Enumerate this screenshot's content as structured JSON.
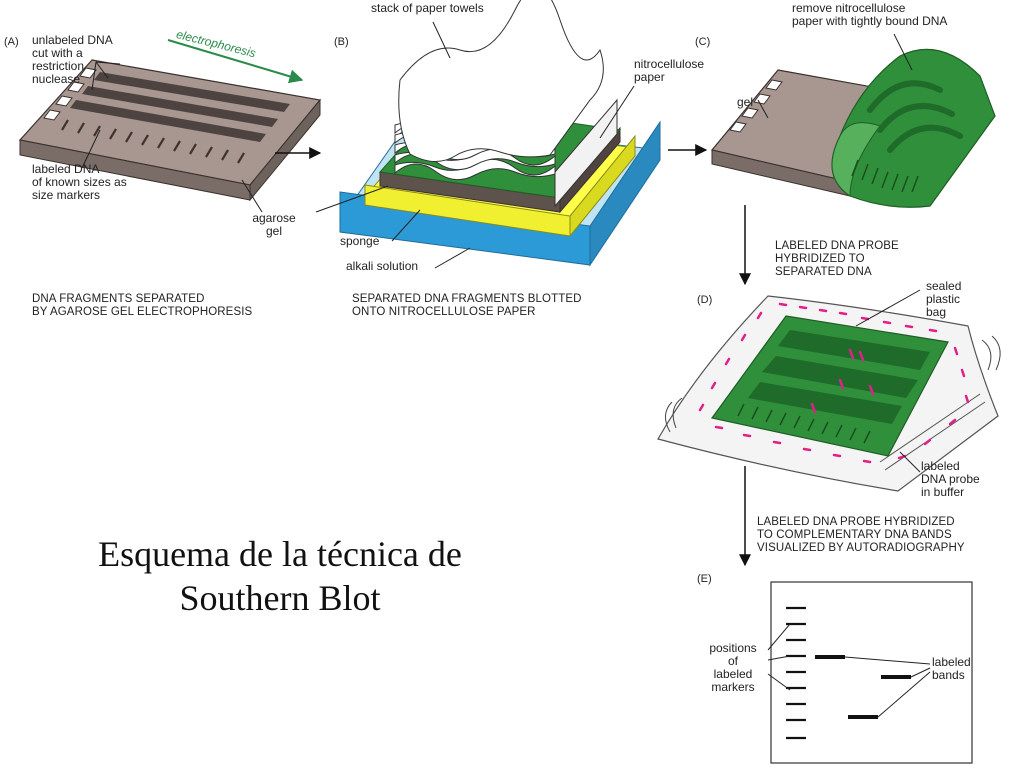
{
  "panels": {
    "a": {
      "letter": "(A)",
      "unlabeled": "unlabeled DNA\ncut with a\nrestriction\nnuclease",
      "electrophoresis": "electrophoresis",
      "labeled": "labeled DNA\nof known sizes as\nsize markers",
      "agarose": "agarose\ngel",
      "caption": "DNA FRAGMENTS SEPARATED\nBY AGAROSE GEL ELECTROPHORESIS"
    },
    "b": {
      "letter": "(B)",
      "towels": "stack of paper towels",
      "nitro": "nitrocellulose\npaper",
      "sponge": "sponge",
      "alkali": "alkali solution",
      "caption": "SEPARATED DNA FRAGMENTS BLOTTED\nONTO NITROCELLULOSE PAPER"
    },
    "c": {
      "letter": "(C)",
      "remove": "remove nitrocellulose\npaper with tightly bound DNA",
      "gel": "gel"
    },
    "step_cd": "LABELED DNA PROBE\nHYBRIDIZED TO\nSEPARATED DNA",
    "d": {
      "letter": "(D)",
      "bag": "sealed\nplastic\nbag",
      "probe": "labeled\nDNA probe\nin buffer"
    },
    "step_de": "LABELED DNA PROBE HYBRIDIZED\nTO COMPLEMENTARY DNA BANDS\nVISUALIZED BY AUTORADIOGRAPHY",
    "e": {
      "letter": "(E)",
      "positions": "positions\nof\nlabeled\nmarkers",
      "bands": "labeled\nbands"
    }
  },
  "title": "Esquema de la técnica de\nSouthern Blot",
  "colors": {
    "gel": "#a89690",
    "gel_dark": "#6e625d",
    "lane": "#4d4340",
    "green": "#2f8f3a",
    "green_light": "#57b05c",
    "green_dark": "#1f6b2a",
    "yellow": "#ffff4a",
    "blue": "#2c9ad6",
    "blue_light": "#bfe4f4",
    "magenta": "#e0208a",
    "electro": "#2b8a4a"
  }
}
